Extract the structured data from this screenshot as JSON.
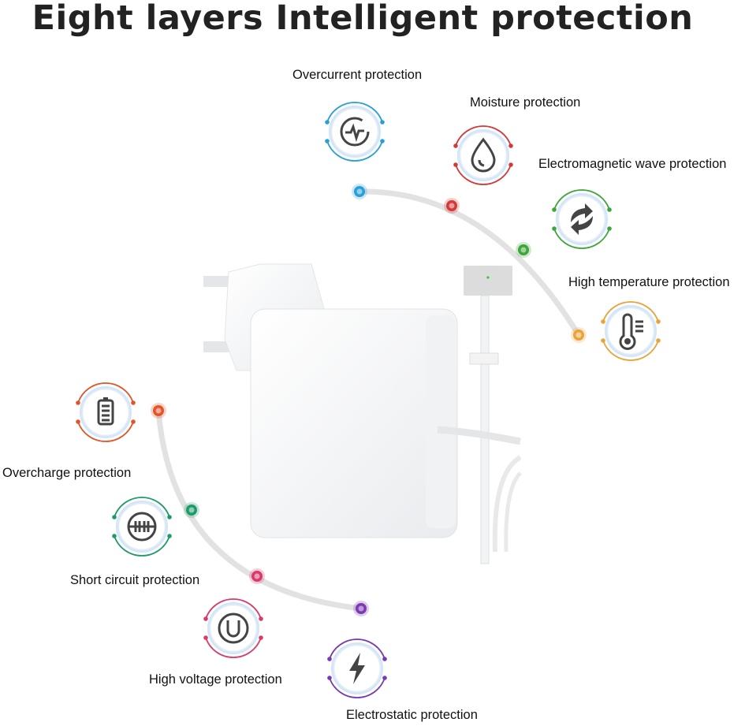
{
  "title": "Eight layers Intelligent protection",
  "protections": [
    {
      "label": "Overcurrent protection",
      "icon": "pulse-icon",
      "color": "#2a9fd6"
    },
    {
      "label": "Moisture protection",
      "icon": "water-drop-icon",
      "color": "#d23a3a"
    },
    {
      "label": "Electromagnetic wave protection",
      "icon": "refresh-arrows-icon",
      "color": "#3fa53a"
    },
    {
      "label": "High temperature protection",
      "icon": "thermometer-icon",
      "color": "#e8a43a"
    },
    {
      "label": "Overcharge protection",
      "icon": "battery-icon",
      "color": "#e0552a"
    },
    {
      "label": "Short circuit protection",
      "icon": "short-circuit-icon",
      "color": "#1f9a6a"
    },
    {
      "label": "High voltage protection",
      "icon": "u-voltage-icon",
      "color": "#d83a6a"
    },
    {
      "label": "Electrostatic protection",
      "icon": "lightning-icon",
      "color": "#7a3ab0"
    }
  ]
}
